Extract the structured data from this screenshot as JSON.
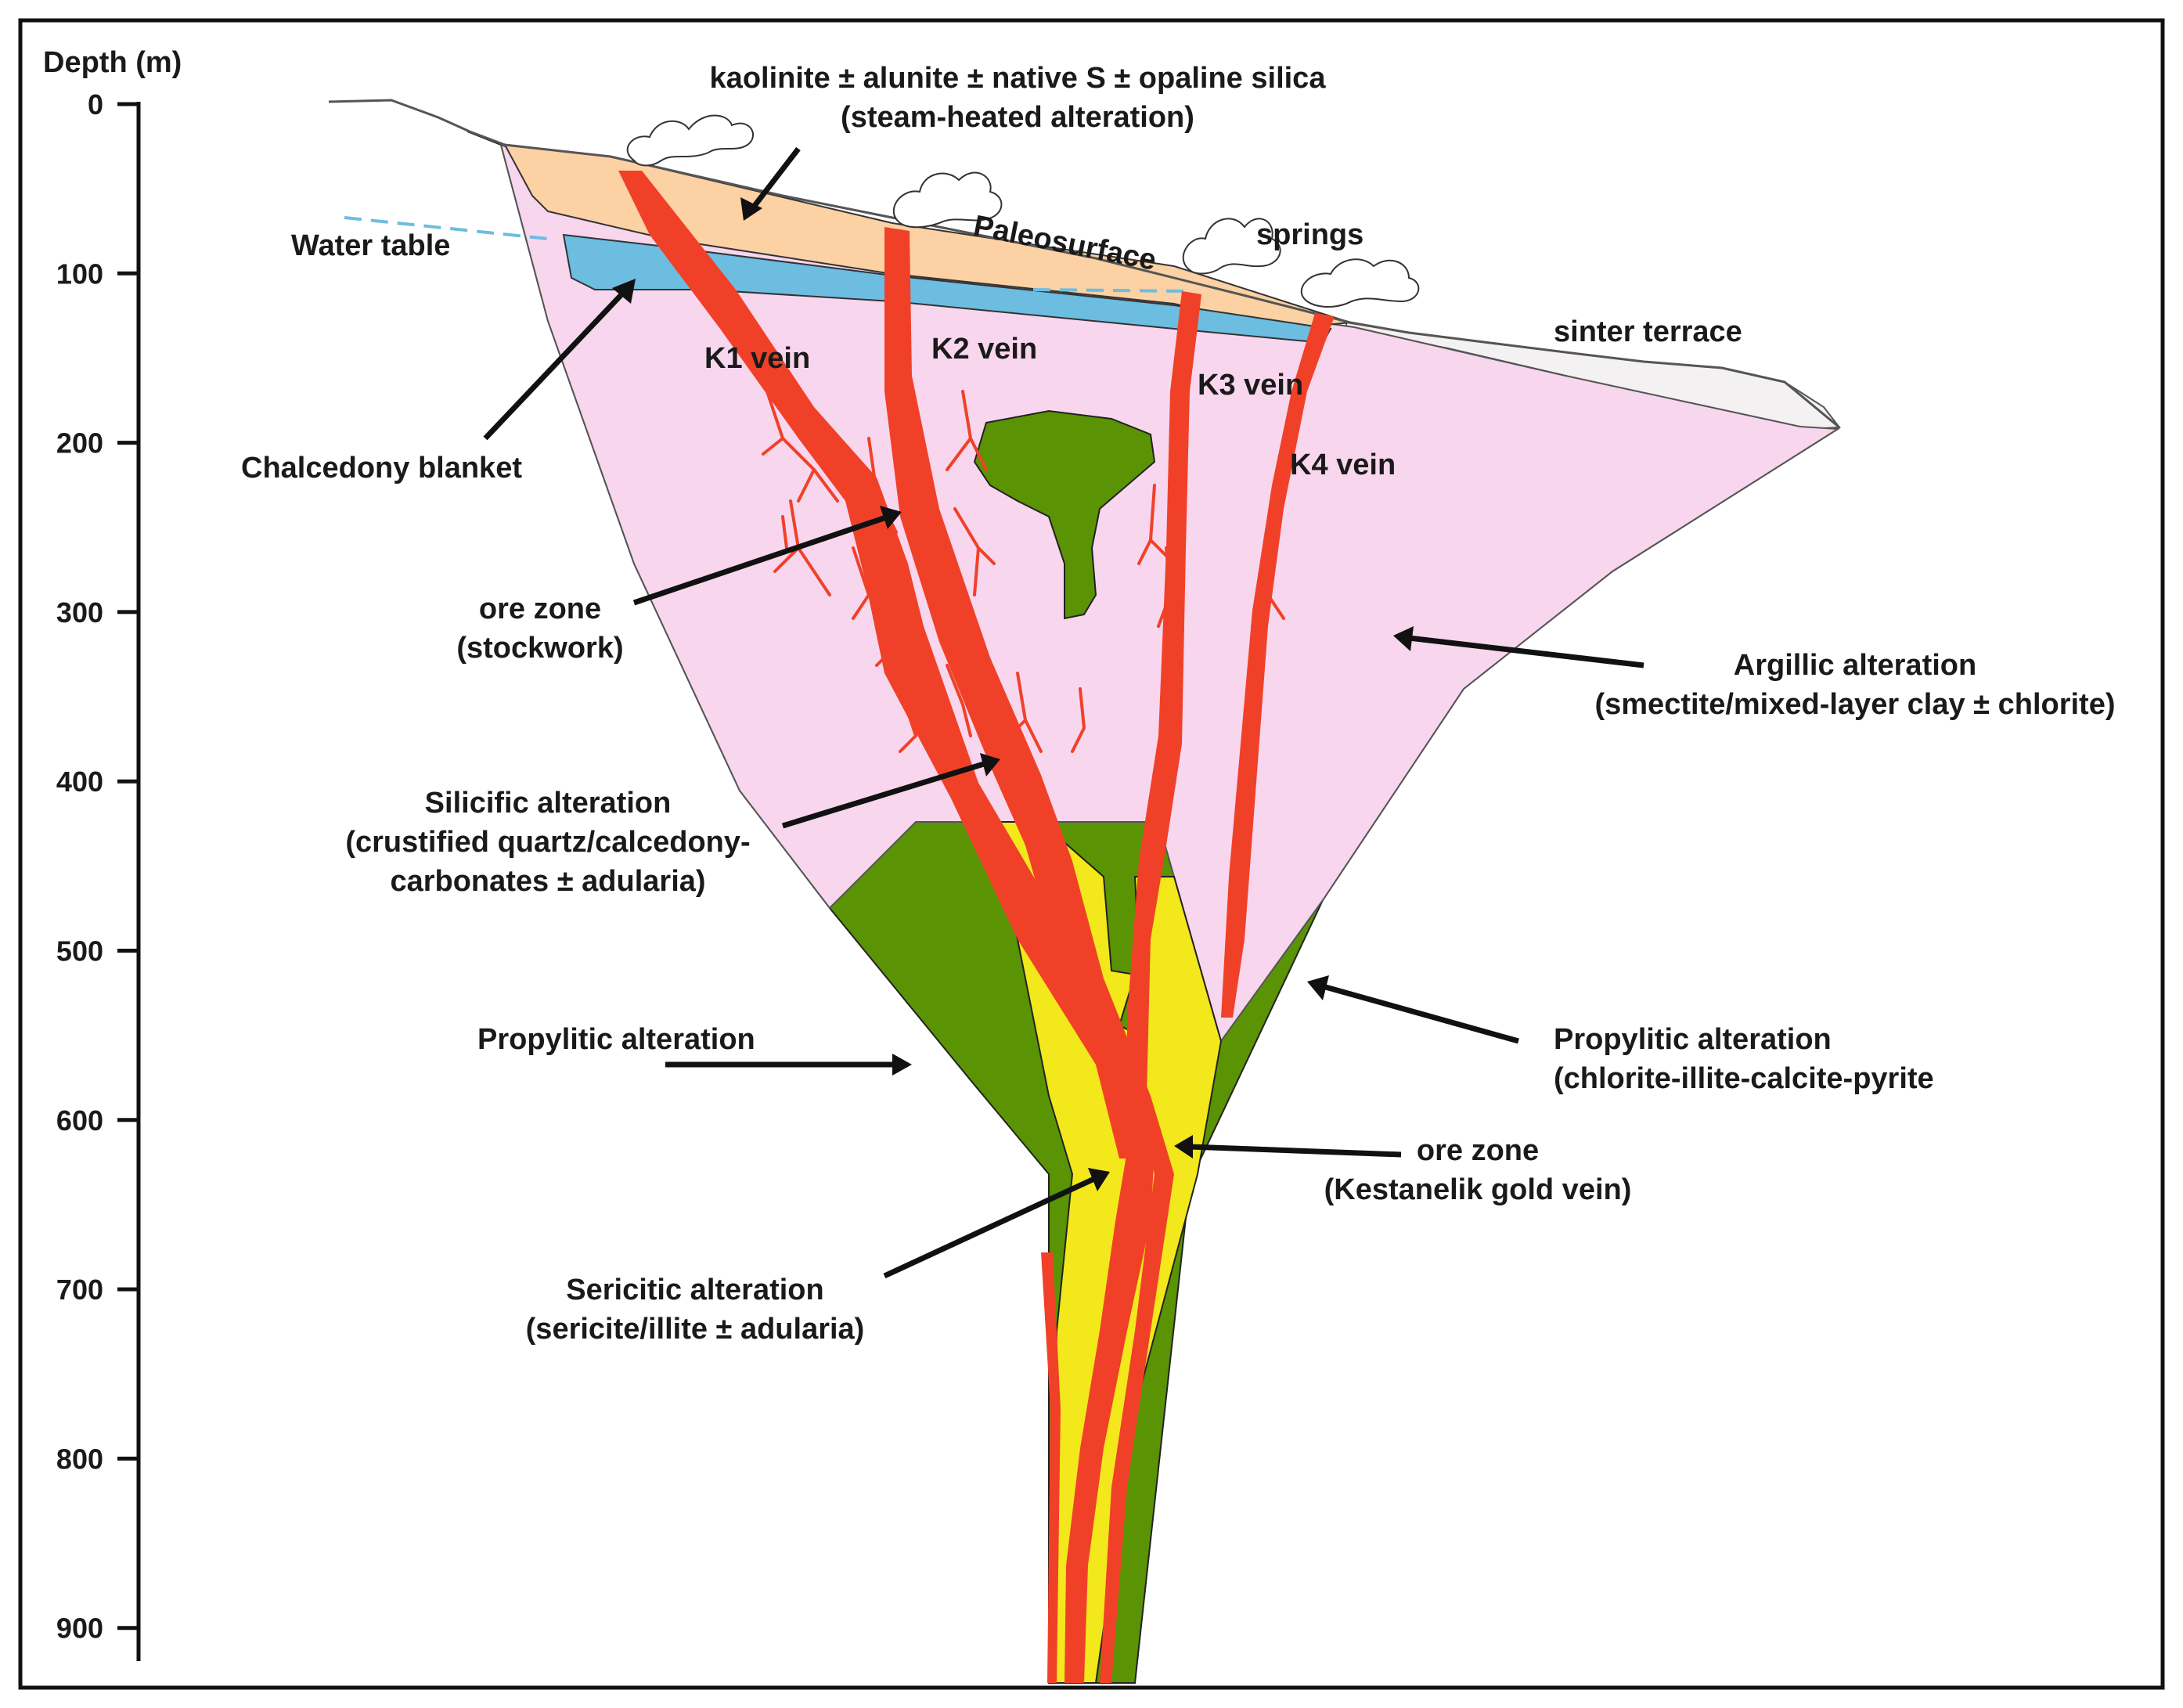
{
  "axis": {
    "label": "Depth (m)",
    "ticks": [
      "0",
      "100",
      "200",
      "300",
      "400",
      "500",
      "600",
      "700",
      "800",
      "900"
    ]
  },
  "labels": {
    "steam_heated_1": "kaolinite ± alunite ± native S ± opaline silica",
    "steam_heated_2": "(steam-heated alteration)",
    "paleosurface": "Paleosurface",
    "springs": "springs",
    "water_table": "Water table",
    "sinter_terrace": "sinter terrace",
    "chalcedony": "Chalcedony blanket",
    "k1": "K1 vein",
    "k2": "K2 vein",
    "k3": "K3 vein",
    "k4": "K4 vein",
    "ore_stockwork_1": "ore zone",
    "ore_stockwork_2": "(stockwork)",
    "argillic_1": "Argillic alteration",
    "argillic_2": "(smectite/mixed-layer clay ± chlorite)",
    "silicific_1": "Silicific alteration",
    "silicific_2": "(crustified quartz/calcedony-",
    "silicific_3": "carbonates ± adularia)",
    "propylitic_left": "Propylitic alteration",
    "propylitic_right_1": "Propylitic alteration",
    "propylitic_right_2": "(chlorite-illite-calcite-pyrite",
    "ore_vein_1": "ore zone",
    "ore_vein_2": "(Kestanelik gold vein)",
    "sericitic_1": "Sericitic alteration",
    "sericitic_2": "(sericite/illite ± adularia)"
  },
  "colors": {
    "propylitic": "#5a9304",
    "argillic": "#f8d6ee",
    "sericitic": "#f2e81c",
    "vein": "#f04128",
    "steam_heated": "#fcd1a4",
    "chalcedony": "#6cbde0",
    "sinter": "#f4f1f2",
    "water_table_dash": "#6cbde0",
    "outline": "#222222"
  }
}
